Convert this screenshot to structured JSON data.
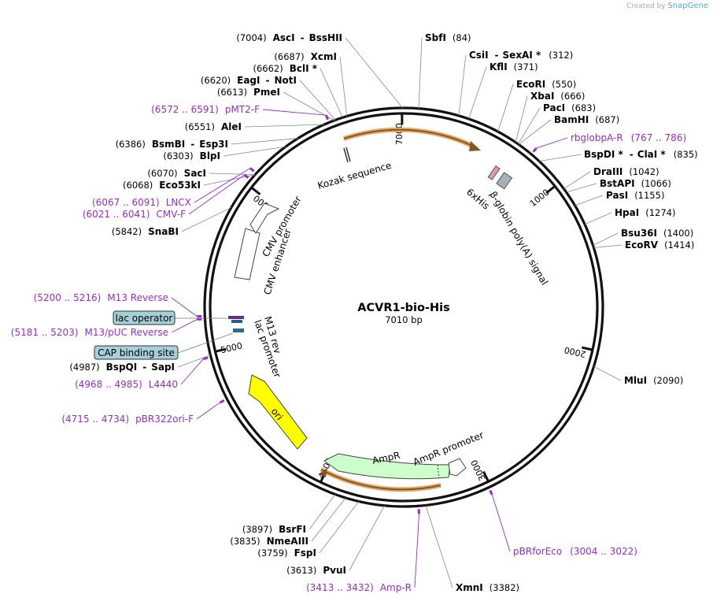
{
  "credit": {
    "prefix": "Created by",
    "app": "SnapGene"
  },
  "plasmid": {
    "name": "ACVR1-bio-His",
    "length_label": "7010 bp",
    "length": 7010
  },
  "ticks": [
    {
      "label": "1000",
      "bp": 1000
    },
    {
      "label": "2000",
      "bp": 2000
    },
    {
      "label": "3000",
      "bp": 3000
    },
    {
      "label": "4000",
      "bp": 4000
    },
    {
      "label": "5000",
      "bp": 5000
    },
    {
      "label": "6000",
      "bp": 6000
    },
    {
      "label": "7000",
      "bp": 7000
    }
  ],
  "sites": [
    {
      "name": "AscI",
      "extra": "BssHII",
      "pos": "(7004)",
      "bp": 7004
    },
    {
      "name": "SbfI",
      "pos": "(84)",
      "bp": 84
    },
    {
      "name": "CsiI",
      "extra": "SexAI *",
      "pos": "(312)",
      "bp": 312
    },
    {
      "name": "KflI",
      "pos": "(371)",
      "bp": 371
    },
    {
      "name": "EcoRI",
      "pos": "(550)",
      "bp": 550
    },
    {
      "name": "XbaI",
      "pos": "(666)",
      "bp": 666
    },
    {
      "name": "PacI",
      "pos": "(683)",
      "bp": 683
    },
    {
      "name": "BamHI",
      "pos": "(687)",
      "bp": 687
    },
    {
      "name": "BspDI *",
      "extra": "ClaI *",
      "pos": "(835)",
      "bp": 835
    },
    {
      "name": "DraIII",
      "pos": "(1042)",
      "bp": 1042
    },
    {
      "name": "BstAPI",
      "pos": "(1066)",
      "bp": 1066
    },
    {
      "name": "PasI",
      "pos": "(1155)",
      "bp": 1155
    },
    {
      "name": "HpaI",
      "pos": "(1274)",
      "bp": 1274
    },
    {
      "name": "Bsu36I",
      "pos": "(1400)",
      "bp": 1400
    },
    {
      "name": "EcoRV",
      "pos": "(1414)",
      "bp": 1414
    },
    {
      "name": "MluI",
      "pos": "(2090)",
      "bp": 2090
    },
    {
      "name": "XmnI",
      "pos": "(3382)",
      "bp": 3382
    },
    {
      "name": "PvuI",
      "pos": "(3613)",
      "bp": 3613
    },
    {
      "name": "FspI",
      "pos": "(3759)",
      "bp": 3759
    },
    {
      "name": "NmeAIII",
      "pos": "(3835)",
      "bp": 3835
    },
    {
      "name": "BsrFI",
      "pos": "(3897)",
      "bp": 3897
    },
    {
      "name": "BspQI",
      "extra": "SapI",
      "pos": "(4987)",
      "bp": 4987
    },
    {
      "name": "SnaBI",
      "pos": "(5842)",
      "bp": 5842
    },
    {
      "name": "Eco53kI",
      "pos": "(6068)",
      "bp": 6068
    },
    {
      "name": "SacI",
      "pos": "(6070)",
      "bp": 6070
    },
    {
      "name": "BlpI",
      "pos": "(6303)",
      "bp": 6303
    },
    {
      "name": "BsmBI",
      "extra": "Esp3I",
      "pos": "(6386)",
      "bp": 6386
    },
    {
      "name": "AleI",
      "pos": "(6551)",
      "bp": 6551
    },
    {
      "name": "PmeI",
      "pos": "(6613)",
      "bp": 6613
    },
    {
      "name": "EagI",
      "extra": "NotI",
      "pos": "(6620)",
      "bp": 6620
    },
    {
      "name": "BclI *",
      "pos": "(6662)",
      "bp": 6662
    },
    {
      "name": "XcmI",
      "pos": "(6687)",
      "bp": 6687
    }
  ],
  "primers": [
    {
      "name": "pMT2-F",
      "range": "(6572 .. 6591)",
      "bp": 6581
    },
    {
      "name": "rbglobpA-R",
      "range": "(767 .. 786)",
      "bp": 776
    },
    {
      "name": "LNCX",
      "range": "(6067 .. 6091)",
      "bp": 6079
    },
    {
      "name": "CMV-F",
      "range": "(6021 .. 6041)",
      "bp": 6031
    },
    {
      "name": "M13 Reverse",
      "range": "(5200 .. 5216)",
      "bp": 5208
    },
    {
      "name": "M13/pUC Reverse",
      "range": "(5181 .. 5203)",
      "bp": 5192
    },
    {
      "name": "L4440",
      "range": "(4968 .. 4985)",
      "bp": 4976
    },
    {
      "name": "pBR322ori-F",
      "range": "(4715 .. 4734)",
      "bp": 4724
    },
    {
      "name": "pBRforEco",
      "range": "(3004 .. 3022)",
      "bp": 3013
    },
    {
      "name": "Amp-R",
      "range": "(3413 .. 3432)",
      "bp": 3422
    }
  ],
  "boxed_labels": [
    {
      "name": "lac operator"
    },
    {
      "name": "CAP binding site"
    }
  ],
  "features": [
    {
      "name": "Kozak sequence"
    },
    {
      "name": "6xHis"
    },
    {
      "name": "β-globin poly(A) signal"
    },
    {
      "name": "CMV promoter"
    },
    {
      "name": "CMV enhancer"
    },
    {
      "name": "M13 rev"
    },
    {
      "name": "lac promoter"
    },
    {
      "name": "ori"
    },
    {
      "name": "AmpR"
    },
    {
      "name": "AmpR promoter"
    }
  ],
  "colors": {
    "backbone": "#111111",
    "primer": "#9a2cc9",
    "orf_outline": "#c8731e",
    "ori": "#ffff00",
    "ampr": "#ccffcc",
    "boxed": "#a5d0d8"
  }
}
